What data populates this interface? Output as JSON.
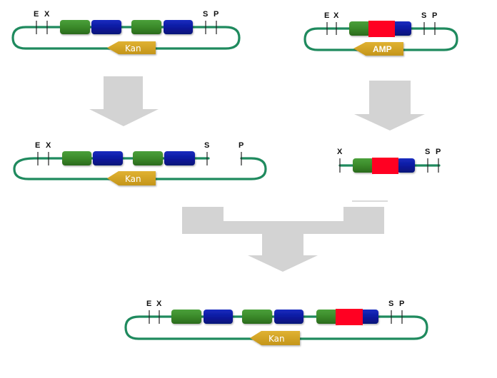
{
  "colors": {
    "backbone": "#1f8a5e",
    "promoter_green": "#3b8a2a",
    "coding_blue": "#0a1aa0",
    "insert_red": "#ff0022",
    "resistance_gold": "#d4a423",
    "flow_arrow": "#d3d3d3"
  },
  "restriction_sites": {
    "E": "E",
    "X": "X",
    "S": "S",
    "P": "P"
  },
  "plasmids": {
    "vector_kan": {
      "resistance_label": "Kan"
    },
    "insert_amp": {
      "resistance_label": "AMP"
    },
    "vector_cut": {
      "resistance_label": "Kan"
    },
    "product": {
      "resistance_label": "Kan"
    }
  }
}
